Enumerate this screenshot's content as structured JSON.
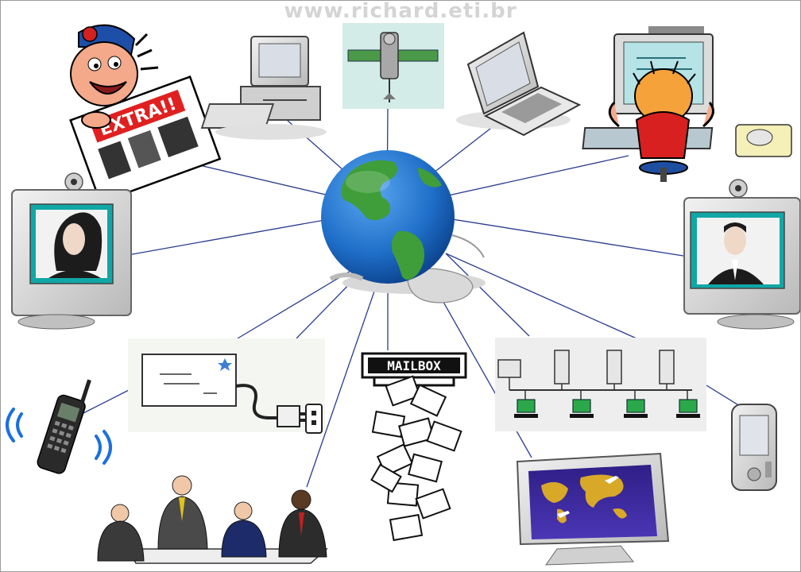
{
  "watermark": "www.richard.eti.br",
  "hub": {
    "name": "globe"
  },
  "nodes": [
    {
      "id": "newspaper-reader",
      "icon": "newspaper-boy-icon",
      "label": "EXTRA!!"
    },
    {
      "id": "desktop-computer",
      "icon": "desktop-computer-icon"
    },
    {
      "id": "satellite",
      "icon": "satellite-icon"
    },
    {
      "id": "laptop",
      "icon": "laptop-icon"
    },
    {
      "id": "person-at-computer",
      "icon": "person-at-computer-icon"
    },
    {
      "id": "videoconference-left",
      "icon": "video-monitor-icon"
    },
    {
      "id": "videoconference-right",
      "icon": "video-monitor-icon"
    },
    {
      "id": "email-cable",
      "icon": "email-envelope-plug-icon"
    },
    {
      "id": "mailbox",
      "icon": "mailbox-letters-icon",
      "label": "MAILBOX"
    },
    {
      "id": "network",
      "icon": "computer-network-icon"
    },
    {
      "id": "mobile-phone",
      "icon": "cell-phone-icon"
    },
    {
      "id": "pda",
      "icon": "pda-icon"
    },
    {
      "id": "business-meeting",
      "icon": "business-meeting-icon"
    },
    {
      "id": "world-map-monitor",
      "icon": "world-map-monitor-icon"
    }
  ]
}
